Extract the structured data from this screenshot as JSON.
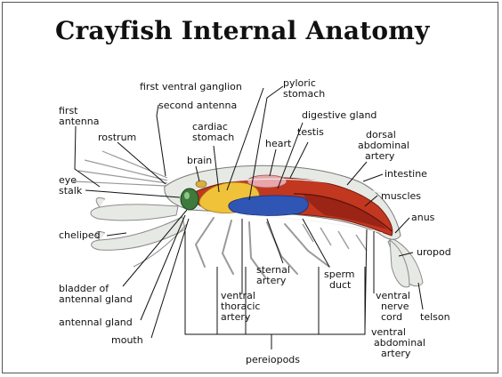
{
  "title": "Crayfish Internal Anatomy",
  "labels": {
    "first_ventral_ganglion": "first ventral ganglion",
    "pyloric_stomach": [
      "pyloric",
      "stomach"
    ],
    "second_antenna": "second antenna",
    "first_antenna": [
      "first",
      "antenna"
    ],
    "cardiac_stomach": [
      "cardiac",
      "stomach"
    ],
    "digestive_gland": "digestive gland",
    "testis": "testis",
    "rostrum": "rostrum",
    "heart": "heart",
    "dorsal_abdominal_artery": [
      "dorsal",
      "abdominal",
      "artery"
    ],
    "brain": "brain",
    "eye_stalk": [
      "eye",
      "stalk"
    ],
    "intestine": "intestine",
    "muscles": "muscles",
    "anus": "anus",
    "cheliped": "cheliped",
    "uropod": "uropod",
    "sternal_artery": [
      "sternal",
      "artery"
    ],
    "sperm_duct": [
      "sperm",
      "duct"
    ],
    "bladder_of_antennal_gland": [
      "bladder of",
      "antennal gland"
    ],
    "ventral_thoracic_artery": [
      "ventral",
      "thoracic",
      "artery"
    ],
    "ventral_nerve_cord": [
      "ventral",
      "nerve",
      "cord"
    ],
    "telson": "telson",
    "antennal_gland": "antennal gland",
    "mouth": "mouth",
    "ventral_abdominal_artery": [
      "ventral",
      "abdominal",
      "artery"
    ],
    "pereiopods": "pereiopods"
  },
  "colors": {
    "shell": "#e6e9e4",
    "body_red": "#c2371f",
    "body_dark": "#8a1c12",
    "digestive_yellow": "#f0c23a",
    "stomach_blue": "#2f55b5",
    "heart_pink": "#e9a5a8",
    "eye_green": "#3e7a3b"
  }
}
